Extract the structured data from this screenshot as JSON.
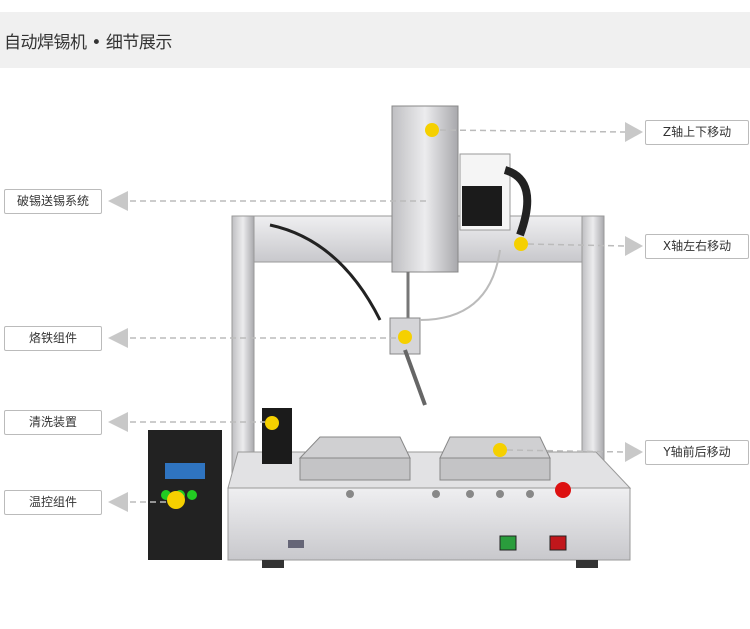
{
  "header": {
    "title": "自动焊锡机 • 细节展示"
  },
  "labels": {
    "left": [
      "破锡送锡系统",
      "烙铁组件",
      "清洗装置",
      "温控组件"
    ],
    "right": [
      "Z轴上下移动",
      "X轴左右移动",
      "Y轴前后移动"
    ]
  },
  "colors": {
    "marker": "#f5d000",
    "arrow": "#bbbbbb",
    "frame": "#dcdcdc",
    "controller": "#222222"
  }
}
